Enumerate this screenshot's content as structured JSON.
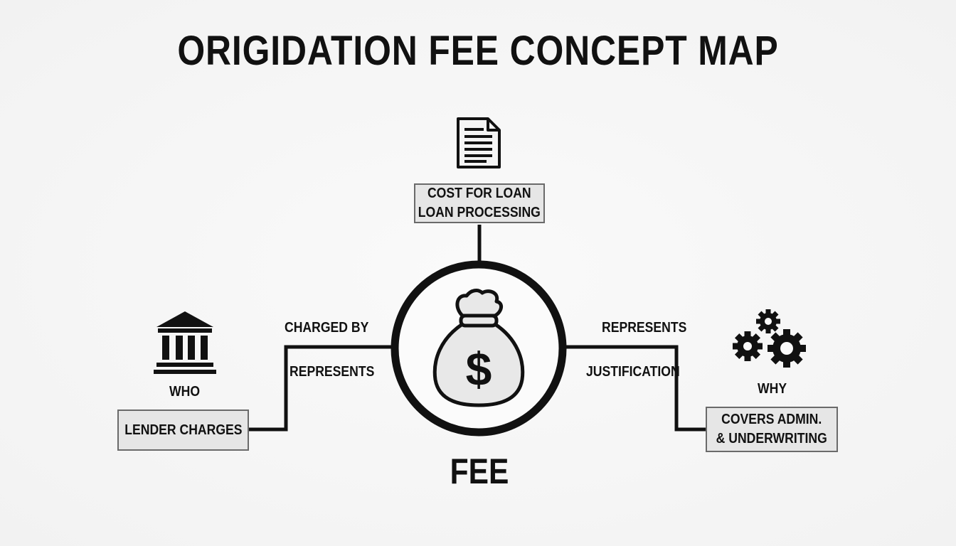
{
  "title": "ORIGIDATION FEE CONCEPT MAP",
  "center": {
    "label": "FEE",
    "icon": "money-bag-icon"
  },
  "top_node": {
    "icon": "document-icon",
    "lines": [
      "COST FOR LOAN",
      "LOAN PROCESSING"
    ]
  },
  "left_node": {
    "icon": "bank-icon",
    "heading": "WHO",
    "box": "LENDER CHARGES",
    "edge_labels": [
      "CHARGED BY",
      "REPRESENTS"
    ]
  },
  "right_node": {
    "icon": "gears-icon",
    "heading": "WHY",
    "lines": [
      "COVERS ADMIN.",
      "& UNDERWRITING"
    ],
    "edge_labels": [
      "REPRESENTS",
      "JUSTIFICATION"
    ]
  },
  "colors": {
    "line": "#111111",
    "box_fill": "#e6e6e6",
    "box_border": "#6a6a6a",
    "bag_fill": "#e8e8e8"
  }
}
